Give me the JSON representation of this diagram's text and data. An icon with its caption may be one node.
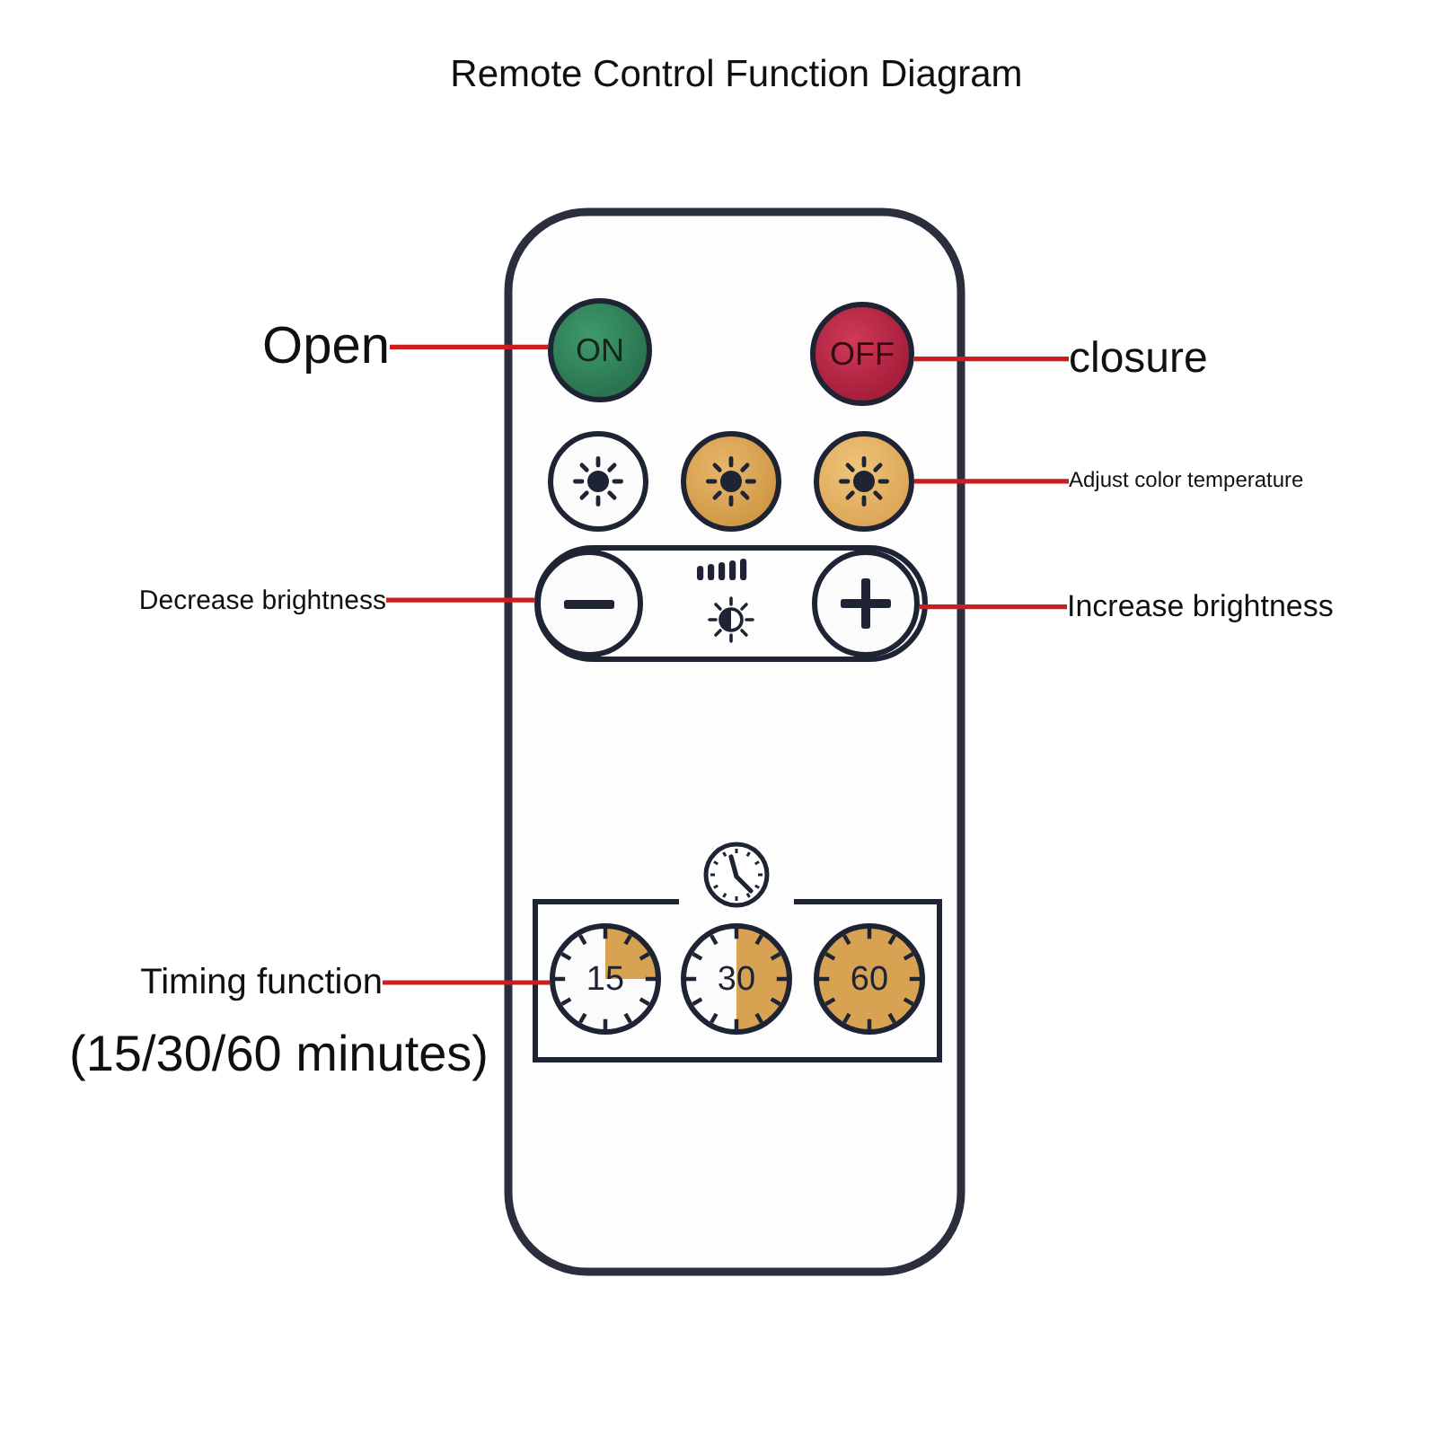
{
  "diagram": {
    "title": "Remote Control Function Diagram",
    "nodes": [
      {
        "text": [
          "Open"
        ]
      },
      {
        "text": [
          "ON"
        ]
      },
      {
        "text": [
          "OFF"
        ]
      },
      {
        "text": [
          "closure"
        ]
      },
      {
        "text": [],
        "shape": "circle"
      },
      {
        "text": [],
        "shape": "circle"
      },
      {
        "text": [],
        "shape": "circle"
      },
      {
        "text": [
          "Adjust color temperature"
        ]
      },
      {
        "text": [
          "Decrease brightness"
        ]
      },
      {
        "text": [],
        "shape": "circle"
      },
      {
        "text": [],
        "shape": "circle"
      },
      {
        "text": [
          "Increase brightness"
        ]
      },
      {
        "text": [
          "Timing function"
        ],
        "beside": [
          "(15/30/60 minutes)"
        ]
      },
      {
        "text": [
          "15"
        ]
      },
      {
        "text": [
          "30"
        ]
      },
      {
        "text": [
          "60"
        ]
      }
    ],
    "edges": [
      {
        "from": 0,
        "to": 1,
        "arrow": "none"
      },
      {
        "from": 3,
        "to": 2,
        "arrow": "none"
      },
      {
        "from": 7,
        "to": 6,
        "arrow": "none"
      },
      {
        "from": 8,
        "to": 9,
        "arrow": "none"
      },
      {
        "from": 11,
        "to": 10,
        "arrow": "none"
      },
      {
        "from": 12,
        "to": 13,
        "arrow": "none"
      }
    ]
  }
}
